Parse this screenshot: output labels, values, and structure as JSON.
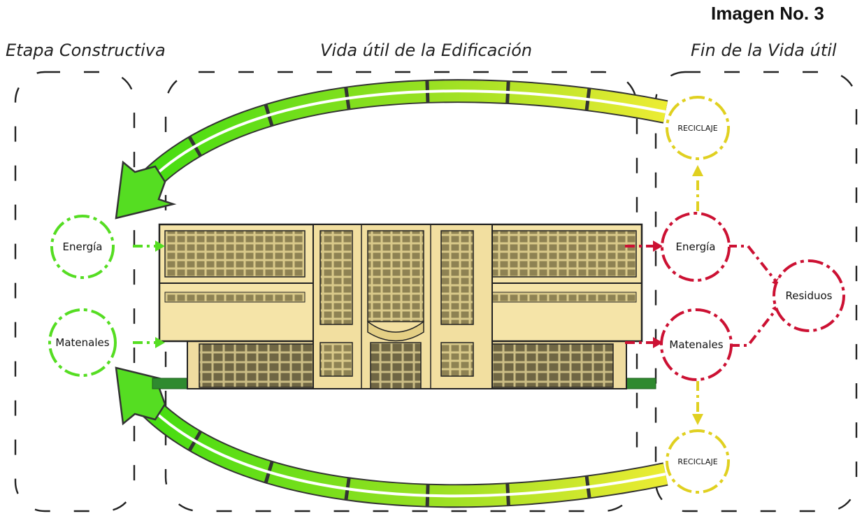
{
  "title_badge": "Imagen No. 3",
  "sections": {
    "left": "Etapa Constructiva",
    "center": "Vida útil de la Edificación",
    "right": "Fin de la Vida útil"
  },
  "nodes": {
    "energia_left": "Energía",
    "materiales_left": "Matenales",
    "energia_right": "Energía",
    "materiales_right": "Matenales",
    "residuos": "Residuos",
    "reciclaje_top": "RECICLAJE",
    "reciclaje_bottom": "RECICLAJE"
  },
  "colors": {
    "green": "#55dd22",
    "red": "#cc1133",
    "yellow": "#e0d020",
    "building": "#f5e4a8",
    "outline": "#333333"
  }
}
